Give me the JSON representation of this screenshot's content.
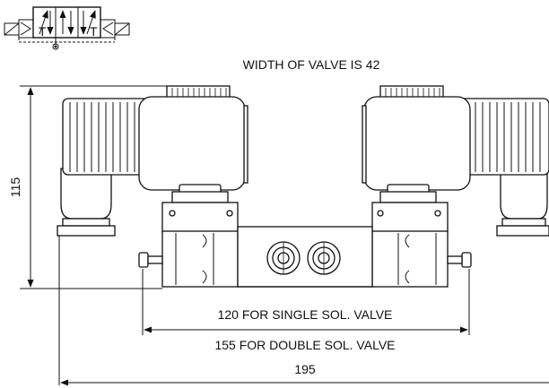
{
  "diagram": {
    "width_note": "WIDTH OF VALVE IS 42",
    "height_dim": "115",
    "single_sol_dim": "120 FOR SINGLE SOL. VALVE",
    "double_sol_dim": "155 FOR DOUBLE SOL. VALVE",
    "overall_dim": "195",
    "symbol_labels": {
      "t_left": "T",
      "t_right": "T"
    },
    "colors": {
      "line": "#111111",
      "background": "#ffffff"
    }
  }
}
